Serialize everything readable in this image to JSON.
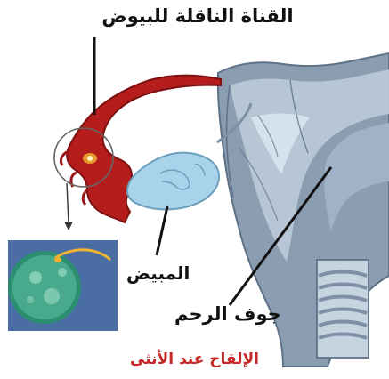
{
  "labels": {
    "fallopian_tube": "القناة الناقلة للبيوض",
    "ovary": "المبيض",
    "uterine_cavity": "جوف الرحم"
  },
  "caption": "الإلقاح عند الأنثى",
  "colors": {
    "tube_red": "#b51d1d",
    "ovary_blue": "#a9d3ea",
    "uterus_gray": "#8a9db1",
    "uterus_light": "#b9c8d6",
    "egg_green": "#2b8f6f",
    "caption_red": "#c62828"
  }
}
